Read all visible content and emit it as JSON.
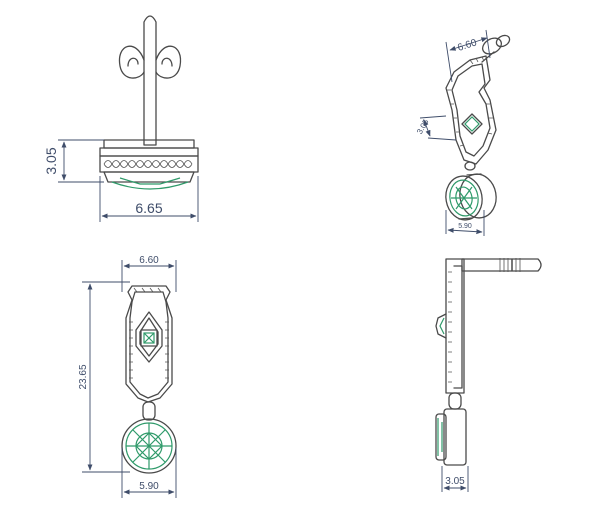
{
  "views": {
    "side": {
      "height": "3.05",
      "width": "6.65"
    },
    "iso": {
      "width": "6.60",
      "height": "3.05",
      "gem": "5.90"
    },
    "front": {
      "width": "6.60",
      "length": "23.65",
      "gem": "5.90"
    },
    "profile": {
      "depth": "3.05"
    }
  },
  "colors": {
    "line": "#4a4a4a",
    "gem": "#2f9a6a",
    "dimension": "#3f4d6a"
  }
}
